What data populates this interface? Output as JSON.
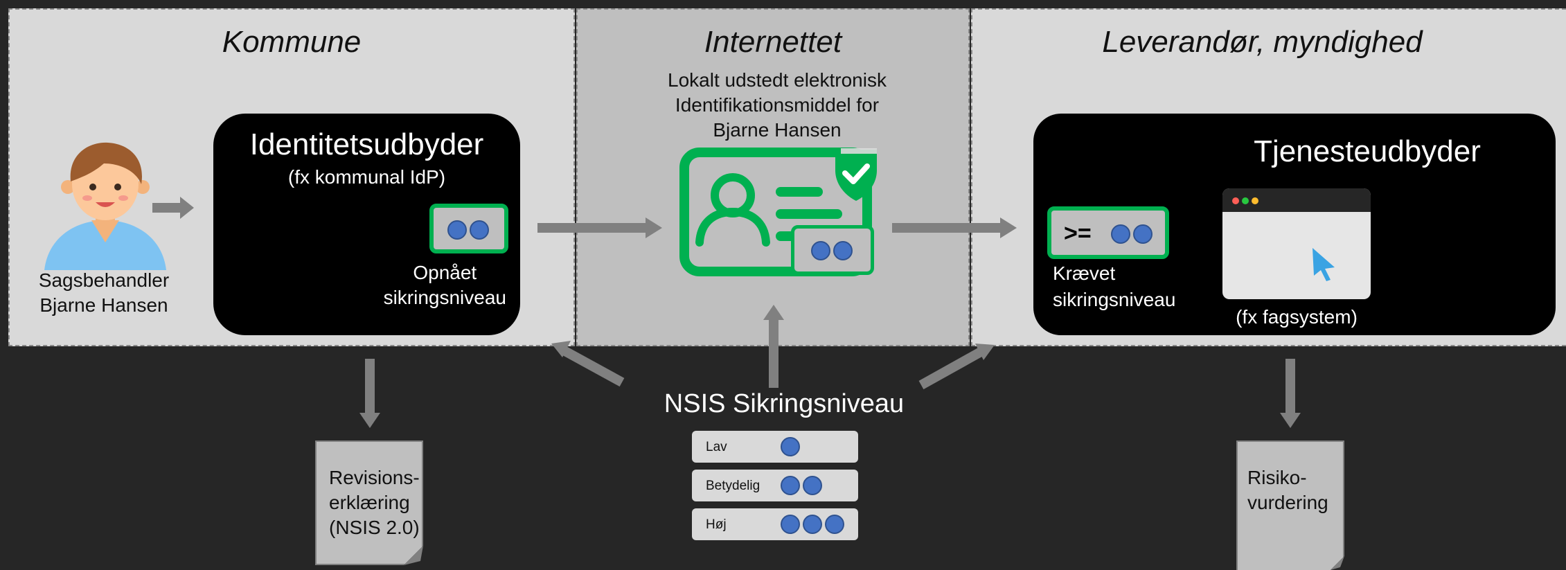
{
  "zones": {
    "kommune": "Kommune",
    "internet": "Internettet",
    "leverandor": "Leverandør, myndighed"
  },
  "user": {
    "line1": "Sagsbehandler",
    "line2": "Bjarne Hansen"
  },
  "idp": {
    "title": "Identitetsudbyder",
    "subtitle": "(fx kommunal IdP)",
    "level_line1": "Opnået",
    "level_line2": "sikringsniveau"
  },
  "credential": {
    "line1": "Lokalt udstedt elektronisk",
    "line2": "Identifikationsmiddel for",
    "line3": "Bjarne Hansen"
  },
  "sp": {
    "title": "Tjenesteudbyder",
    "operator": ">=",
    "required_line1": "Krævet",
    "required_line2": "sikringsniveau",
    "app_caption": "(fx fagsystem)"
  },
  "nsis": {
    "title": "NSIS Sikringsniveau",
    "levels": [
      {
        "name": "Lav",
        "dots": 1
      },
      {
        "name": "Betydelig",
        "dots": 2
      },
      {
        "name": "Høj",
        "dots": 3
      }
    ]
  },
  "docs": {
    "revision": {
      "line1": "Revisions-",
      "line2": "erklæring",
      "line3": "(NSIS 2.0)"
    },
    "risk": {
      "line1": "Risiko-",
      "line2": "vurdering"
    }
  },
  "colors": {
    "green": "#00b050",
    "dot_blue": "#4472c4",
    "background": "#262626",
    "zone_light": "#d9d9d9",
    "zone_mid": "#bfbfbf"
  }
}
